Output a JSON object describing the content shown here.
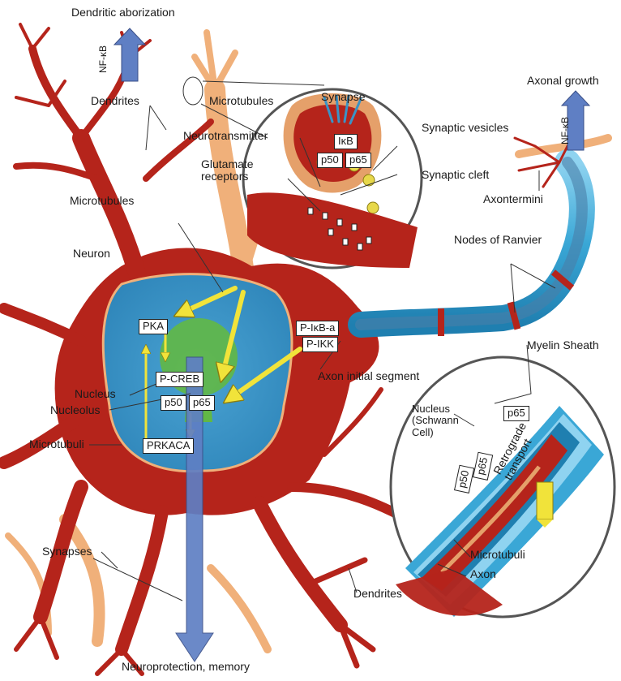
{
  "labels": {
    "dendritic_aborization": "Dendritic aborization",
    "nfkb_left": "NF-κB",
    "dendrites_top": "Dendrites",
    "microtubules_top": "Microtubules",
    "synapse": "Synapse",
    "neurotransmitter": "Neurotransmitter",
    "glutamate_receptors": "Glutamate\nreceptors",
    "synaptic_vesicles": "Synaptic vesicles",
    "synaptic_cleft": "Synaptic cleft",
    "axontermini": "Axontermini",
    "axonal_growth": "Axonal growth",
    "nfkb_right": "NF-κB",
    "microtubules_mid": "Microtubules",
    "neuron": "Neuron",
    "nodes_of_ranvier": "Nodes of Ranvier",
    "myelin_sheath": "Myelin Sheath",
    "axon_initial_segment": "Axon initial segment",
    "nucleus": "Nucleus",
    "nucleolus": "Nucleolus",
    "microtubuli_left": "Microtubuli",
    "nucleus_schwann": "Nucleus\n(Schwann\nCell)",
    "retrograde_transport": "Retrograde\ntransport",
    "microtubuli_inset": "Microtubuli",
    "axon": "Axon",
    "synapses": "Synapses",
    "dendrites_bottom": "Dendrites",
    "neuroprotection": "Neuroprotection, memory"
  },
  "boxes": {
    "ikb": "IκB",
    "p50_syn": "p50",
    "p65_syn": "p65",
    "pka": "PKA",
    "pcreb": "P-CREB",
    "p50_nuc": "p50",
    "p65_nuc": "p65",
    "prkaca": "PRKACA",
    "pikba": "P-IκB-a",
    "pikk": "P-IKK",
    "p65_schwann": "p65",
    "p50_axon": "p50",
    "p65_axon": "p65"
  },
  "colors": {
    "neuron_red": "#b5241b",
    "dendrite_light": "#f0b07a",
    "nucleus_blue": "#3a93c6",
    "nucleolus_green": "#62b845",
    "myelin_blue": "#3aa7d6",
    "arrow_yellow": "#f1e33a",
    "arrow_blue": "#5f7fc4"
  }
}
